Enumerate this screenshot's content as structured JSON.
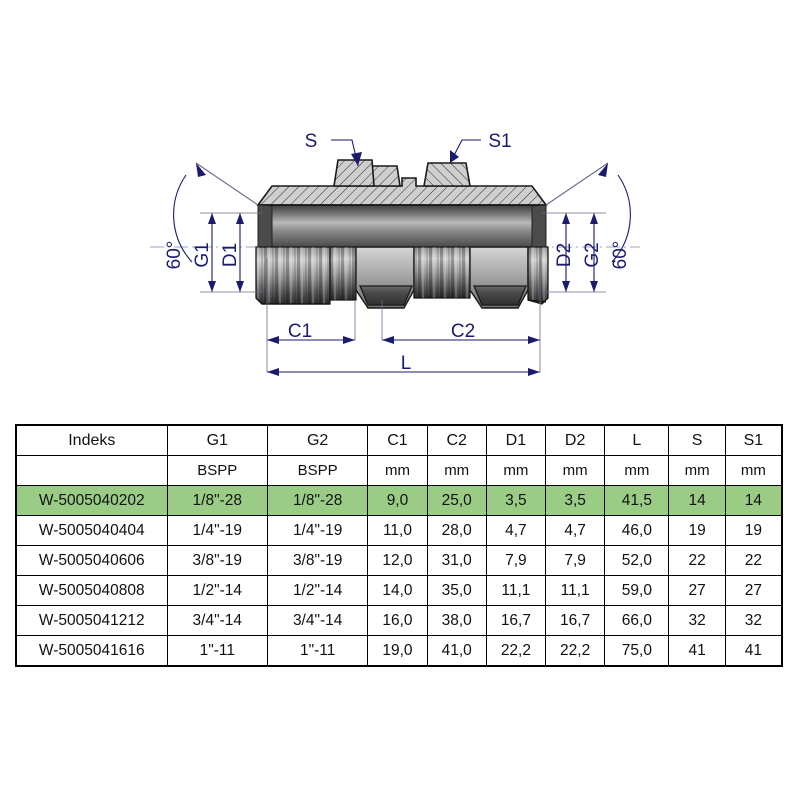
{
  "drawing": {
    "labels": {
      "s": "S",
      "s1": "S1",
      "angle_left": "60°",
      "angle_right": "60°",
      "g1": "G1",
      "d1": "D1",
      "d2": "D2",
      "g2": "G2",
      "c1": "C1",
      "c2": "C2",
      "l": "L"
    },
    "colors": {
      "annotation": "#1a1a6e",
      "outline": "#1a1a1a",
      "metal_light": "#d8d8d8",
      "metal_mid": "#8f8f8f",
      "metal_dark": "#3a3a3a"
    }
  },
  "table": {
    "columns": [
      "Indeks",
      "G1",
      "G2",
      "C1",
      "C2",
      "D1",
      "D2",
      "L",
      "S",
      "S1"
    ],
    "units": [
      "",
      "BSPP",
      "BSPP",
      "mm",
      "mm",
      "mm",
      "mm",
      "mm",
      "mm",
      "mm"
    ],
    "highlight_color": "#9bcc86",
    "highlighted_row_index": 0,
    "rows": [
      [
        "W-5005040202",
        "1/8\"-28",
        "1/8\"-28",
        "9,0",
        "25,0",
        "3,5",
        "3,5",
        "41,5",
        "14",
        "14"
      ],
      [
        "W-5005040404",
        "1/4\"-19",
        "1/4\"-19",
        "11,0",
        "28,0",
        "4,7",
        "4,7",
        "46,0",
        "19",
        "19"
      ],
      [
        "W-5005040606",
        "3/8\"-19",
        "3/8\"-19",
        "12,0",
        "31,0",
        "7,9",
        "7,9",
        "52,0",
        "22",
        "22"
      ],
      [
        "W-5005040808",
        "1/2\"-14",
        "1/2\"-14",
        "14,0",
        "35,0",
        "11,1",
        "11,1",
        "59,0",
        "27",
        "27"
      ],
      [
        "W-5005041212",
        "3/4\"-14",
        "3/4\"-14",
        "16,0",
        "38,0",
        "16,7",
        "16,7",
        "66,0",
        "32",
        "32"
      ],
      [
        "W-5005041616",
        "1\"-11",
        "1\"-11",
        "19,0",
        "41,0",
        "22,2",
        "22,2",
        "75,0",
        "41",
        "41"
      ]
    ]
  }
}
